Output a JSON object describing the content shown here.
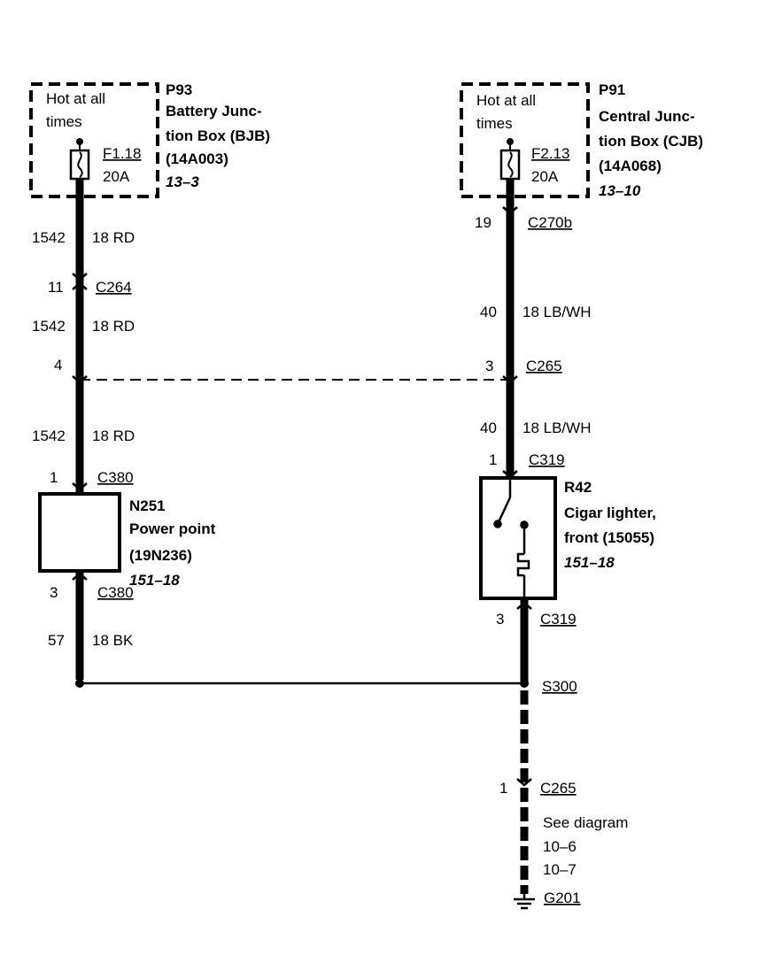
{
  "left_box": {
    "hot_line1": "Hot at all",
    "hot_line2": "times",
    "fuse_id": "F1.18",
    "fuse_rating": "20A",
    "title": "P93",
    "name_line1": "Battery Junc-",
    "name_line2": "tion Box (BJB)",
    "part": "(14A003)",
    "ref": "13–3"
  },
  "right_box": {
    "hot_line1": "Hot at all",
    "hot_line2": "times",
    "fuse_id": "F2.13",
    "fuse_rating": "20A",
    "title": "P91",
    "name_line1": "Central Junc-",
    "name_line2": "tion Box (CJB)",
    "part": "(14A068)",
    "ref": "13–10"
  },
  "left_circuit": {
    "wire1_circuit": "1542",
    "wire1_color": "18 RD",
    "c264_pin": "11",
    "c264": "C264",
    "wire2_circuit": "1542",
    "wire2_color": "18 RD",
    "c265_pin": "4",
    "wire3_circuit": "1542",
    "wire3_color": "18 RD",
    "c380_pin_top": "1",
    "c380_top": "C380",
    "c380_pin_bottom": "3",
    "c380_bottom": "C380",
    "wire4_circuit": "57",
    "wire4_color": "18 BK"
  },
  "power_point": {
    "id": "N251",
    "name": "Power point",
    "part": "(19N236)",
    "ref": "151–18"
  },
  "right_circuit": {
    "c270b_pin": "19",
    "c270b": "C270b",
    "wire1_circuit": "40",
    "wire1_color": "18 LB/WH",
    "c265_pin": "3",
    "c265": "C265",
    "wire2_circuit": "40",
    "wire2_color": "18 LB/WH",
    "c319_pin_top": "1",
    "c319_top": "C319",
    "c319_pin_bottom": "3",
    "c319_bottom": "C319",
    "splice": "S300",
    "c265b_pin": "1",
    "c265b": "C265",
    "see_label": "See diagram",
    "see_ref1": "10–6",
    "see_ref2": "10–7",
    "ground": "G201"
  },
  "cigar_lighter": {
    "id": "R42",
    "name_line1": "Cigar lighter,",
    "name_line2": "front (15055)",
    "ref": "151–18"
  }
}
